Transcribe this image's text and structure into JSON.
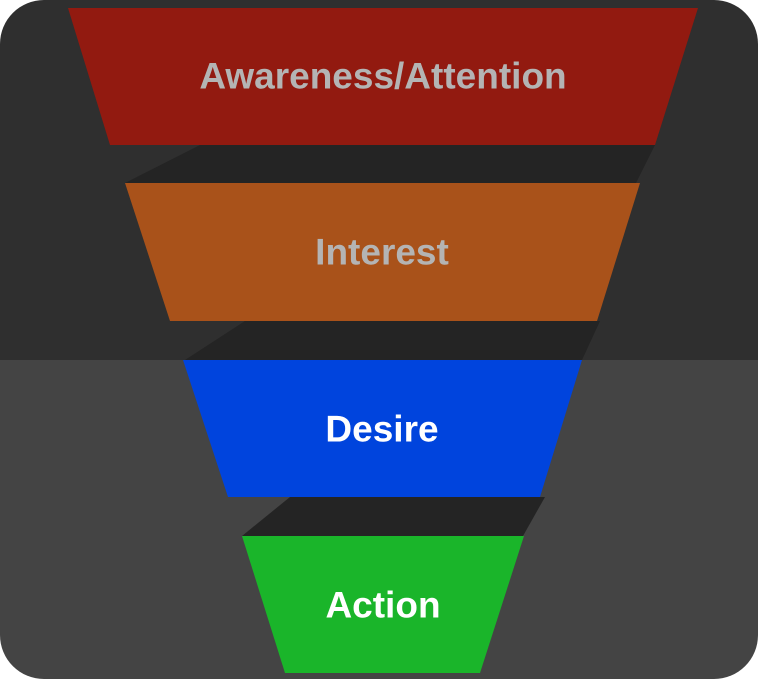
{
  "colors": {
    "upper_background": "#2f2f2f",
    "lower_background": "#444444",
    "connector_shadow": "#242424"
  },
  "funnel": {
    "stages": [
      {
        "label": "Awareness/Attention",
        "fill": "#921a10",
        "text_color": "#b4b4b4"
      },
      {
        "label": "Interest",
        "fill": "#a9521a",
        "text_color": "#b4b4b4"
      },
      {
        "label": "Desire",
        "fill": "#0044dd",
        "text_color": "#ffffff"
      },
      {
        "label": "Action",
        "fill": "#1ab52a",
        "text_color": "#ffffff"
      }
    ]
  }
}
